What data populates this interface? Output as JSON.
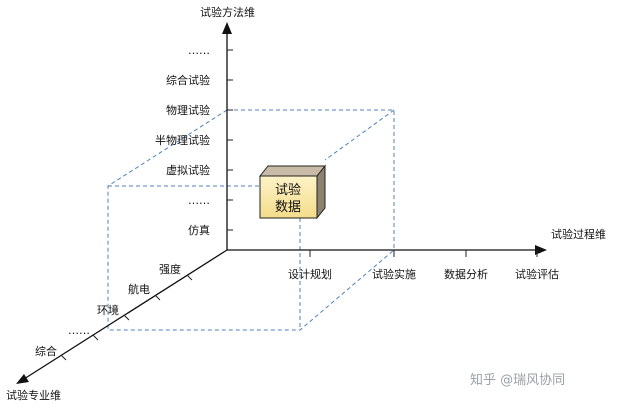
{
  "axes": {
    "vertical": {
      "label": "试验方法维",
      "ticks": [
        "仿真",
        "……",
        "虚拟试验",
        "半物理试验",
        "物理试验",
        "综合试验",
        "……"
      ]
    },
    "horizontal": {
      "label": "试验过程维",
      "ticks": [
        "设计规划",
        "试验实施",
        "数据分析",
        "试验评估"
      ]
    },
    "depth": {
      "label": "试验专业维",
      "ticks": [
        "强度",
        "航电",
        "环境",
        "……",
        "综合"
      ]
    }
  },
  "cube": {
    "line1": "试验",
    "line2": "数据"
  },
  "colors": {
    "dash": "#4f81bd",
    "cube_front": "#fbeeb5",
    "cube_side": "#8c8270"
  },
  "watermark": "知乎 @瑞风协同"
}
